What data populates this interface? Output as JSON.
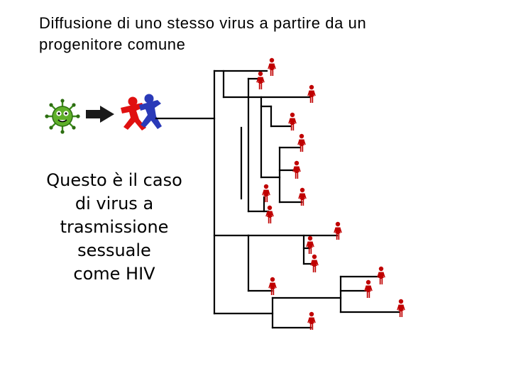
{
  "title": {
    "lines": [
      "Diffusione di uno stesso virus a partire da un",
      "progenitore comune"
    ]
  },
  "caption": {
    "lines": [
      "Questo è il caso",
      "di virus a",
      "trasmissione",
      "sessuale",
      "come HIV"
    ]
  },
  "icons": {
    "virus": "virus-icon",
    "arrow": "arrow-right-icon",
    "couple": "couple-icon",
    "person": "person-icon"
  },
  "colors": {
    "person": "#c00000",
    "tree_line": "#000000",
    "virus": "#3e8f1c",
    "couple_red": "#e01010",
    "couple_blue": "#2a3ab8"
  }
}
